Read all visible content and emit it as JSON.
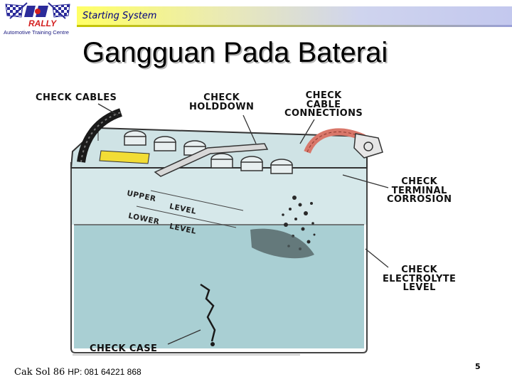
{
  "header": {
    "section_title": "Starting System",
    "logo": {
      "wordmark": "RALLY",
      "caption": "Automotive Training Centre"
    }
  },
  "slide": {
    "title": "Gangguan Pada Baterai"
  },
  "figure": {
    "callouts": {
      "check_cables": "CHECK CABLES",
      "check_holddown": "CHECK\nHOLDDOWN",
      "check_cable_connections": "CHECK\nCABLE\nCONNECTIONS",
      "check_terminal_corrosion": "CHECK\nTERMINAL\nCORROSION",
      "check_electrolyte_level": "CHECK\nELECTROLYTE\nLEVEL",
      "check_case": "CHECK CASE"
    },
    "level_marks": {
      "upper": "UPPER",
      "level_upper": "LEVEL",
      "lower": "LOWER",
      "level_lower": "LEVEL"
    }
  },
  "footer": {
    "author": "Cak Sol 86",
    "phone": "HP: 081 64221 868",
    "page_number": "5"
  },
  "colors": {
    "header_title": "#000080",
    "header_gradient_start": "#ffff66",
    "header_gradient_end": "#c3c8ee",
    "electrolyte": "#a9cfd3",
    "battery_case": "#c9e1e3",
    "cable_red": "#d9776a"
  }
}
